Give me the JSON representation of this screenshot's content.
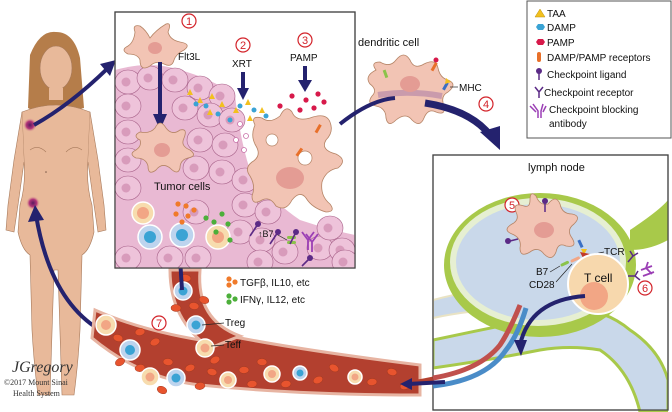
{
  "figure": {
    "title": "Cancer-immunity cycle with dendritic cell activation",
    "steps": [
      {
        "number": "1",
        "label": "Flt3L"
      },
      {
        "number": "2",
        "label": "XRT"
      },
      {
        "number": "3",
        "label": "PAMP"
      },
      {
        "number": "4",
        "label": ""
      },
      {
        "number": "5",
        "label": ""
      },
      {
        "number": "6",
        "label": ""
      },
      {
        "number": "7",
        "label": ""
      }
    ],
    "labels": {
      "tumor_cells": "Tumor cells",
      "dendritic_cell": "dendritic cell",
      "mhc": "MHC",
      "b7_up": "↑B7",
      "lymph_node": "lymph node",
      "tcr": "TCR",
      "b7": "B7",
      "cd28": "CD28",
      "t_cell": "T cell",
      "treg": "Treg",
      "teff": "Teff"
    },
    "cytokines": [
      {
        "label": "TGFβ, IL10, etc",
        "color": "#f07a2a"
      },
      {
        "label": "IFNγ, IL12, etc",
        "color": "#4caf3a"
      }
    ],
    "legend": [
      {
        "icon": "triangle-icon",
        "label": "TAA",
        "color": "#f2c01e"
      },
      {
        "icon": "hexagon-icon",
        "label": "DAMP",
        "color": "#3aa3d4"
      },
      {
        "icon": "hexagon-icon",
        "label": "PAMP",
        "color": "#d7194a"
      },
      {
        "icon": "receptor-bar-icon",
        "label": "DAMP/PAMP receptors",
        "color": "#e8702a"
      },
      {
        "icon": "lollipop-icon",
        "label": "Checkpoint ligand",
        "color": "#5b2a86"
      },
      {
        "icon": "y-receptor-icon",
        "label": "Checkpoint receptor",
        "color": "#5b2a86"
      },
      {
        "icon": "antibody-icon",
        "label": "Checkpoint blocking",
        "label2": "antibody",
        "color": "#9b3fb5"
      }
    ],
    "credit": {
      "signature": "JGregory",
      "line1": "©2017 Mount Sinai",
      "line2": "Health System"
    },
    "colors": {
      "arrow": "#24226e",
      "step_circle": "#d3232a",
      "tumor_cell": "#e9b9d3",
      "dendritic": "#f2c4b4",
      "lymph_green": "#a8c94a",
      "lymph_fluid": "#c9d8ea",
      "vessel": "#b3402f",
      "skin": "#e8b99a",
      "hair": "#b57d4a"
    }
  }
}
